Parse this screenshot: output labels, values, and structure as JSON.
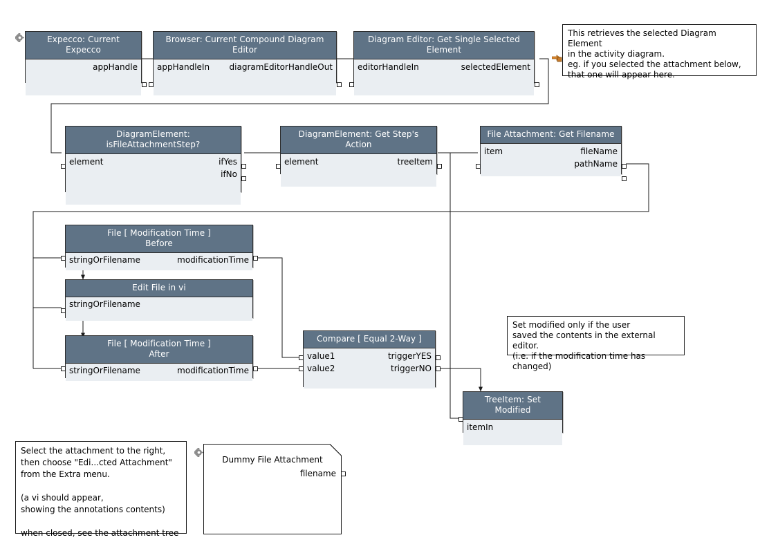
{
  "diagram": {
    "title": "Browser: Current Compound Diagram Editor",
    "colors": {
      "block_header": "#5f7386",
      "block_body": "#eaeef2",
      "block_border": "#2b2b2b",
      "wire": "#1a1a1a",
      "note_bg": "#ffffff",
      "gear_icon": "#8a8a8a",
      "hand_icon": "#e08a2e"
    }
  },
  "blocks": [
    {
      "id": "expecco",
      "title": "Expecco: Current Expecco",
      "inputs": [],
      "outputs": [
        "appHandle"
      ]
    },
    {
      "id": "browser",
      "title": "Browser: Current Compound Diagram Editor",
      "inputs": [
        "appHandleIn"
      ],
      "outputs": [
        "diagramEditorHandleOut"
      ]
    },
    {
      "id": "diagram-editor",
      "title": "Diagram Editor: Get Single Selected Element",
      "inputs": [
        "editorHandleIn"
      ],
      "outputs": [
        "selectedElement"
      ]
    },
    {
      "id": "is-file-attachment-step",
      "title": "DiagramElement: isFileAttachmentStep?",
      "inputs": [
        "element"
      ],
      "outputs": [
        "ifYes",
        "ifNo"
      ]
    },
    {
      "id": "get-steps-action",
      "title": "DiagramElement: Get Step's Action",
      "inputs": [
        "element"
      ],
      "outputs": [
        "treeItem"
      ]
    },
    {
      "id": "get-filename",
      "title": "File Attachment: Get Filename",
      "inputs": [
        "item"
      ],
      "outputs": [
        "fileName",
        "pathName"
      ]
    },
    {
      "id": "file-modtime-before",
      "title": "File [ Modification Time ]\nBefore",
      "inputs": [
        "stringOrFilename"
      ],
      "outputs": [
        "modificationTime"
      ]
    },
    {
      "id": "edit-file-in-vi",
      "title": "Edit File in vi",
      "inputs": [
        "stringOrFilename"
      ],
      "outputs": []
    },
    {
      "id": "file-modtime-after",
      "title": "File [ Modification Time ]\nAfter",
      "inputs": [
        "stringOrFilename"
      ],
      "outputs": [
        "modificationTime"
      ]
    },
    {
      "id": "compare-equal",
      "title": "Compare [ Equal 2-Way ]",
      "inputs": [
        "value1",
        "value2"
      ],
      "outputs": [
        "triggerYES",
        "triggerNO"
      ]
    },
    {
      "id": "treeitem-set-modified",
      "title": "TreeItem: Set Modified",
      "inputs": [
        "itemIn"
      ],
      "outputs": []
    }
  ],
  "dummy_attachment": {
    "title": "Dummy File Attachment",
    "output": "filename"
  },
  "notes": [
    {
      "id": "note-selected-element",
      "text": "This retrieves the selected Diagram Element\nin the activity diagram.\neg. if you selected the attachment below,\nthat one will appear here."
    },
    {
      "id": "note-set-modified",
      "text": "Set modified only if the user\nsaved the contents in the external\neditor.\n(i.e. if the modification time has changed)"
    },
    {
      "id": "note-instructions",
      "text": "Select the attachment to the right,\nthen choose \"Edi...cted Attachment\"\nfrom the Extra menu.\n\n(a vi should appear,\nshowing the annotations contents)\n\nwhen closed, see the attachment tree"
    }
  ],
  "icons": {
    "gear": "gear-icon",
    "hand": "pointing-hand-icon"
  }
}
